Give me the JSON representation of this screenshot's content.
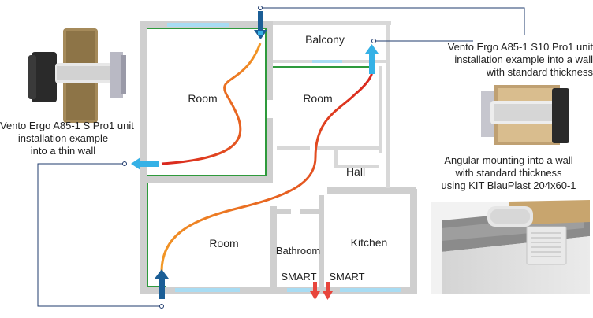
{
  "rooms": {
    "balcony": "Balcony",
    "room_top_left": "Room",
    "room_mid": "Room",
    "hall": "Hall",
    "room_bottom": "Room",
    "bathroom": "Bathroom",
    "kitchen": "Kitchen"
  },
  "smart_labels": [
    "SMART",
    "SMART"
  ],
  "captions": {
    "thin_wall": [
      "Vento Ergo A85-1 S Pro1 unit",
      "installation example",
      "into a thin wall"
    ],
    "standard_wall": [
      "Vento Ergo A85-1 S10 Pro1 unit",
      "installation example into a wall",
      "with standard thickness"
    ],
    "angular": [
      "Angular mounting into a wall",
      "with standard thickness",
      "using KIT BlauPlast 204x60-1"
    ]
  },
  "colors": {
    "wall": "#cfcfcf",
    "window": "#a8dcf3",
    "duct_green": "#2e9a3c",
    "unit_dark_blue": "#1b5e96",
    "unit_light_blue": "#35b1e6",
    "smart_red": "#e8453c",
    "airflow_start": "#f39a25",
    "airflow_end": "#d9241e",
    "leader": "#1f3b6e"
  }
}
